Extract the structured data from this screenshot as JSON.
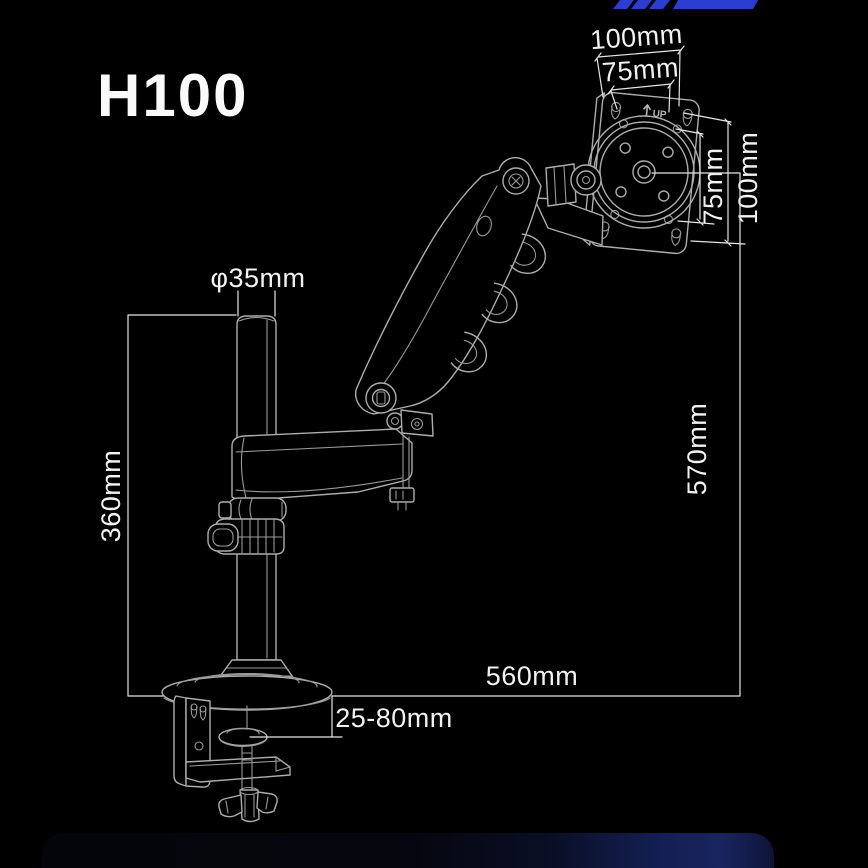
{
  "header": {
    "title": "H100"
  },
  "brand": {
    "logo_color": "#2b3ed2",
    "logo_name": "nb-north-bayou-logo"
  },
  "diagram": {
    "stroke_color": "#adadad",
    "dimension_color": "#f2f2f2",
    "labels": {
      "vesa_width_outer": "100mm",
      "vesa_width_inner": "75mm",
      "vesa_height_inner": "75mm",
      "vesa_height_outer": "100mm",
      "pole_diameter": "φ35mm",
      "pole_height": "360mm",
      "max_height": "570mm",
      "max_reach": "560mm",
      "clamp_range": "25-80mm",
      "plate_up_marking": "UP"
    }
  },
  "footer": {
    "glow_color": "#18255f"
  }
}
